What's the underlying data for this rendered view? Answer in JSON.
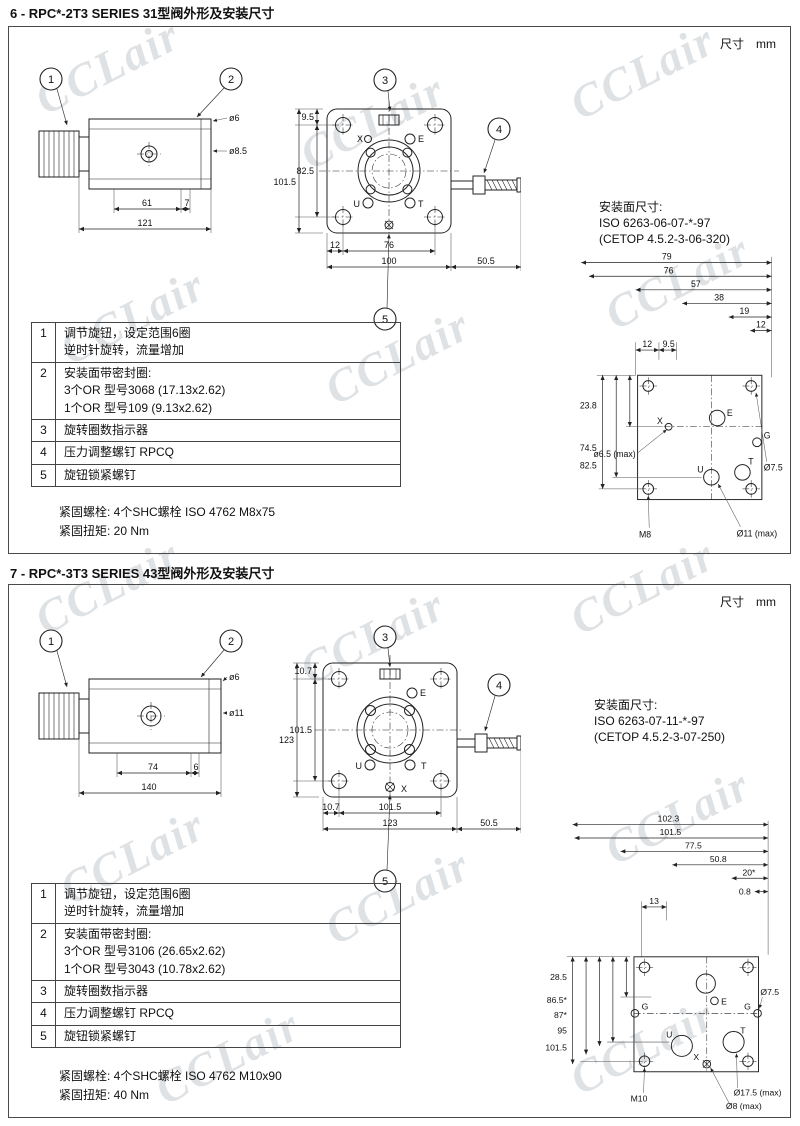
{
  "watermark": {
    "text": "CCLair"
  },
  "sections": [
    {
      "title": "6 - RPC*-2T3 SERIES 31型阀外形及安装尺寸",
      "unit_label": "尺寸",
      "unit_value": "mm",
      "callouts": {
        "c1": "1",
        "c2": "2",
        "c3": "3",
        "c4": "4",
        "c5": "5"
      },
      "side_view": {
        "dim_front": "61",
        "dim_cap": "7",
        "dim_total": "121",
        "label_top": "ø6",
        "label_mid": "ø8.5"
      },
      "front_view": {
        "dim_v1": "9.5",
        "dim_v2": "82.5",
        "dim_v3": "101.5",
        "dim_h1": "12",
        "dim_h2": "76",
        "dim_h3": "100",
        "dim_screw": "50.5",
        "port_x": "X",
        "port_e": "E",
        "port_u": "U",
        "port_t": "T"
      },
      "mounting": {
        "heading": "安装面尺寸:",
        "iso": "ISO 6263-06-07-*-97",
        "cetop": "(CETOP 4.5.2-3-06-320)",
        "d1": "79",
        "d2": "76",
        "d3": "57",
        "d4": "38",
        "d5": "19",
        "d6": "12",
        "d7": "12",
        "d8": "9.5",
        "v1": "23.8",
        "v2": "74.5",
        "v3": "82.5",
        "port_x": "X",
        "port_e": "E",
        "port_g": "G",
        "port_u": "U",
        "port_t": "T",
        "lbl_x_hole": "ø6.5 (max)",
        "lbl_thread": "M8",
        "lbl_big": "Ø11 (max)",
        "lbl_corner": "Ø7.5"
      },
      "table": [
        {
          "num": "1",
          "lines": [
            "调节旋钮，设定范围6圈",
            "逆时针旋转，流量增加"
          ]
        },
        {
          "num": "2",
          "lines": [
            "安装面带密封圈:",
            "3个OR  型号3068 (17.13x2.62)",
            "1个OR  型号109 (9.13x2.62)"
          ]
        },
        {
          "num": "3",
          "lines": [
            "旋转圈数指示器"
          ]
        },
        {
          "num": "4",
          "lines": [
            "压力调整螺钉  RPCQ"
          ]
        },
        {
          "num": "5",
          "lines": [
            "旋钮锁紧螺钉"
          ]
        }
      ],
      "notes": [
        "紧固螺栓: 4个SHC螺栓 ISO 4762 M8x75",
        "紧固扭矩:  20 Nm"
      ]
    },
    {
      "title": "7 - RPC*-3T3 SERIES 43型阀外形及安装尺寸",
      "unit_label": "尺寸",
      "unit_value": "mm",
      "callouts": {
        "c1": "1",
        "c2": "2",
        "c3": "3",
        "c4": "4",
        "c5": "5"
      },
      "side_view": {
        "dim_front": "74",
        "dim_cap": "6",
        "dim_total": "140",
        "label_top": "ø6",
        "label_mid": "ø11"
      },
      "front_view": {
        "dim_v1": "10.7",
        "dim_v2": "101.5",
        "dim_v3": "123",
        "dim_h1": "10.7",
        "dim_h2": "101.5",
        "dim_h3": "123",
        "dim_screw": "50.5",
        "port_x": "X",
        "port_e": "E",
        "port_u": "U",
        "port_t": "T"
      },
      "mounting": {
        "heading": "安装面尺寸:",
        "iso": "ISO 6263-07-11-*-97",
        "cetop": "(CETOP 4.5.2-3-07-250)",
        "d1": "102.3",
        "d2": "101.5",
        "d3": "77.5",
        "d4": "50.8",
        "d5": "20*",
        "d6": "0.8",
        "d7": "13",
        "v1": "28.5",
        "v2": "86.5*",
        "v3": "87*",
        "v4": "95",
        "v5": "101.5",
        "port_x": "X",
        "port_e": "E",
        "port_g_left": "G",
        "port_g_right": "G",
        "port_u": "U",
        "port_t": "T",
        "lbl_x_hole": "Ø8 (max)",
        "lbl_thread": "M10",
        "lbl_big": "Ø17.5 (max)",
        "lbl_corner": "Ø7.5"
      },
      "table": [
        {
          "num": "1",
          "lines": [
            "调节旋钮，设定范围6圈",
            "逆时针旋转，流量增加"
          ]
        },
        {
          "num": "2",
          "lines": [
            "安装面带密封圈:",
            "3个OR  型号3106 (26.65x2.62)",
            "1个OR  型号3043 (10.78x2.62)"
          ]
        },
        {
          "num": "3",
          "lines": [
            "旋转圈数指示器"
          ]
        },
        {
          "num": "4",
          "lines": [
            "压力调整螺钉  RPCQ"
          ]
        },
        {
          "num": "5",
          "lines": [
            "旋钮锁紧螺钉"
          ]
        }
      ],
      "notes": [
        "紧固螺栓: 4个SHC螺栓 ISO 4762 M10x90",
        "紧固扭矩: 40 Nm"
      ]
    }
  ]
}
